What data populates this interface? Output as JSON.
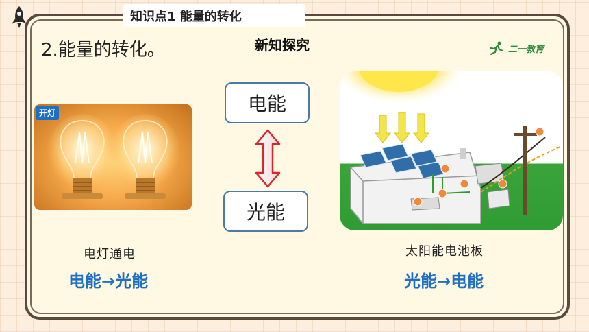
{
  "tab": {
    "title": "知识点1   能量的转化"
  },
  "heading": "2.能量的转化。",
  "subheading": "新知探究",
  "logo": {
    "text": "二一教育"
  },
  "left_image": {
    "badge": "开灯"
  },
  "center": {
    "top_box": "电能",
    "bottom_box": "光能"
  },
  "left_caption": "电灯通电",
  "left_conversion": "电能→光能",
  "right_caption": "太阳能电池板",
  "right_conversion": "光能→电能",
  "colors": {
    "accent_blue": "#1f6fc2",
    "box_border": "#4a7aa8",
    "arrow_red": "#d9262c",
    "frame": "#5a4a3e"
  }
}
